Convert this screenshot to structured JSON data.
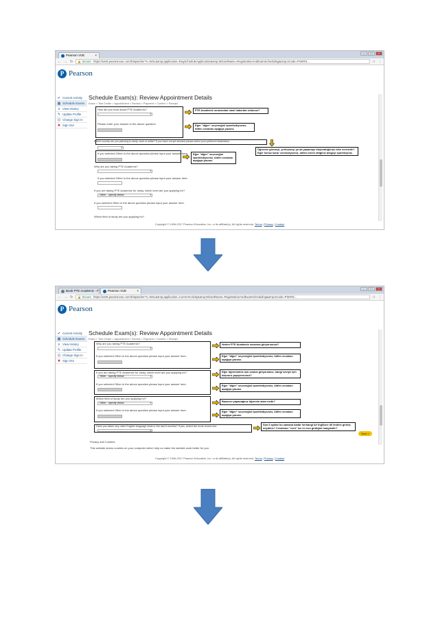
{
  "shot1": {
    "tabs": [
      {
        "label": "Pearson VUE"
      }
    ],
    "address": {
      "secure": "Secure",
      "url": "https://wsr6.pearsonvue.com/Dispatcher?v=W2L&amp;application=RegScheduleApplication&amp;WizardName=RegistrationAndExamScheduling&amp;sCode=PSKRS..."
    },
    "brand": "Pearson",
    "sidebar": [
      {
        "label": "Current Activity",
        "icon": "check-icon"
      },
      {
        "label": "Schedule Exams",
        "icon": "calendar-icon"
      },
      {
        "label": "View History",
        "icon": "history-icon"
      },
      {
        "label": "Update Profile",
        "icon": "pencil-icon"
      },
      {
        "label": "Change Sign In",
        "icon": "lock-icon"
      },
      {
        "label": "Sign Out",
        "icon": "close-icon"
      }
    ],
    "title": "Schedule Exam(s): Review Appointment Details",
    "breadcrumb": "Exam > Test Center > Appointment > Review > Payment > Confirm > Receipt",
    "questions": [
      "How did you hear about PTE Academic?",
      "Please enter your answer to the above question.",
      "Which country are you planning to study, work or settle? If you have not yet decided please select your preferred destination.",
      "If you selected Other in the above question please input your answer here.",
      "Why are you taking PTE Academic?",
      "If you selected Other in the above question please input your answer here.",
      "If you are taking PTE Academic for study, which level are you applying for?",
      "If you selected Other in the above question please input your answer here.",
      "Which field of study are you applying for?"
    ],
    "select_value": "Other - specify below",
    "notes": [
      "PTE Academic sınavından nasıl haberdar oldunuz?",
      "Eğer \"diğer\" seçeneğini işaretlediyseniz, lütfen cevabını aşağıya yazınız.",
      "Öğrenim görmeyi, yerleşmeyi ya da yaşamayı düşündüğünüz ülke nereside? Eğer henüz karar vermediyseniz, lütfen tercih ettiğiniz bölgeyi işaretleyiniz.",
      "Eğer \"diğer\" seçeneğini işaretlediyseniz, lütfen cevabını aşağıya yazınız."
    ],
    "footer": {
      "copyright": "Copyright © 1996-2017 Pearson Education, Inc. or its affiliate(s). All rights reserved.",
      "terms": "Terms",
      "privacy": "Privacy",
      "contact": "Contact"
    }
  },
  "shot2": {
    "tabs": [
      {
        "label": "Book PTE Academic - Fr"
      },
      {
        "label": "Pearson VUE"
      }
    ],
    "address": {
      "secure": "Secure",
      "url": "https://wsr6.pearsonvue.com/Dispatcher?v=W2L&amp;application=CurrentActivity&amp;WizardName=RegistrationAndExamScheduling&amp;sCode=PSKRS..."
    },
    "brand": "Pearson",
    "title": "Schedule Exam(s): Review Appointment Details",
    "breadcrumb": "Exam > Test Center > Appointment > Review > Payment > Confirm > Receipt",
    "questions": [
      "Why are you taking PTE Academic?",
      "If you selected Other in the above question please input your answer here.",
      "If you are taking PTE Academic for study, which level are you applying for?",
      "If you selected Other in the above question please input your answer here.",
      "Which field of study are you applying for?",
      "If you selected Other in the above question please input your answer here.",
      "Have you taken any other English language tests in the last 6 months? If yes, select the most recent one."
    ],
    "select_value": "Other - specify below",
    "notes": [
      "Neden PTE Academic sınavına giriyorsunuz?",
      "Eğer \"diğer\" seçeneğini işaretlediyseniz, lütfen cevabını aşağıya yazınız.",
      "Eğer öğreniminiz için sınava giriyorsanız, hangi seviye için başvuru yapıyorsunuz?",
      "Eğer \"diğer\" seçeneğini işaretlediyseniz, lütfen cevabını aşağıya yazınız.",
      "Başvuru yapacağınız öğrenim alanı nedir?",
      "Eğer \"diğer\" seçeneğini işaretlediyseniz, lütfen cevabını aşağıya yazınız.",
      "Son 6 aydan bu zamana kadar herhangi bir İngilizce dil testine girmiş miydiniz? Cevabınız \"evet\" ise en son girdiğini hangisidir?"
    ],
    "next_label": "Next »",
    "privacy_title": "Privacy and Cookies",
    "cookie_text": "This website stores cookies on your computer which help us make the website work better for you.",
    "footer": {
      "copyright": "Copyright © 1996-2017 Pearson Education, Inc. or its affiliate(s). All rights reserved.",
      "terms": "Terms",
      "privacy": "Privacy",
      "contact": "Contact"
    }
  },
  "colors": {
    "arrow": "#4a7fc1",
    "note_arrow": "#e8b400",
    "pearson_blue": "#0a5fa8"
  }
}
